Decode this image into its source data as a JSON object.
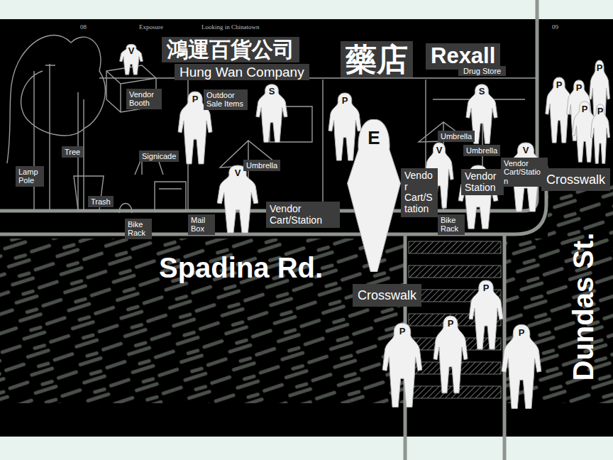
{
  "diagram": {
    "nodes": [
      {
        "text": [
          "鴻運百貨公司"
        ]
      },
      {
        "text": [
          "Hung Wan Company"
        ]
      },
      {
        "text": [
          "藥店"
        ]
      },
      {
        "text": [
          "Rexall"
        ]
      },
      {
        "text": [
          "Drug Store"
        ]
      },
      {
        "text": [
          "V"
        ]
      },
      {
        "text": [
          "Vendor Booth"
        ]
      },
      {
        "text": [
          "P"
        ]
      },
      {
        "text": [
          "Outdoor Sale Items"
        ]
      },
      {
        "text": [
          "S"
        ]
      },
      {
        "text": [
          "P"
        ]
      },
      {
        "text": [
          "S"
        ]
      },
      {
        "text": [
          "P"
        ]
      },
      {
        "text": [
          "P"
        ]
      },
      {
        "text": [
          "P"
        ]
      },
      {
        "text": [
          "P"
        ]
      },
      {
        "text": [
          "P"
        ]
      },
      {
        "text": [
          "E"
        ]
      },
      {
        "text": [
          "Tree"
        ]
      },
      {
        "text": [
          "Signicade"
        ]
      },
      {
        "text": [
          "Lamp Pole"
        ]
      },
      {
        "text": [
          "V"
        ]
      },
      {
        "text": [
          "Umbrella"
        ]
      },
      {
        "text": [
          "Trash"
        ]
      },
      {
        "text": [
          "Vendor Cart/Station"
        ]
      },
      {
        "text": [
          "Bike Rack"
        ]
      },
      {
        "text": [
          "Mail Box"
        ]
      },
      {
        "text": [
          "V"
        ]
      },
      {
        "text": [
          "V"
        ]
      },
      {
        "text": [
          "V"
        ]
      },
      {
        "text": [
          "Umbrella"
        ]
      },
      {
        "text": [
          "Umbrella"
        ]
      },
      {
        "text": [
          "Vendor Cart/Station"
        ]
      },
      {
        "text": [
          "Vendor Station"
        ]
      },
      {
        "text": [
          "Vendor Cart/Station"
        ]
      },
      {
        "text": [
          "Crosswalk"
        ]
      },
      {
        "text": [
          "Bike Rack"
        ]
      },
      {
        "text": [
          "Crosswalk"
        ]
      },
      {
        "text": [
          "P"
        ]
      },
      {
        "text": [
          "P"
        ]
      },
      {
        "text": [
          "P"
        ]
      },
      {
        "text": [
          "P"
        ]
      }
    ],
    "labels": [
      "08",
      "Exposure",
      "Looking in Chinatown",
      "09",
      "Spadina Rd.",
      "Dundas St."
    ]
  }
}
